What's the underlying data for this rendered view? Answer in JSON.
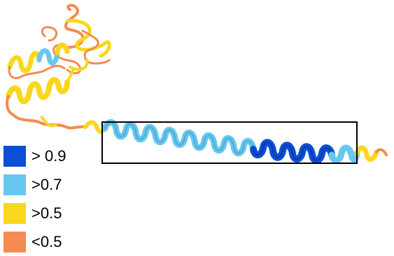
{
  "colors": {
    "very_high": "#0b4fd4",
    "high": "#67c8ef",
    "medium": "#fad71c",
    "low": "#f58a52",
    "box_border": "#000000"
  },
  "legend": [
    {
      "label": "> 0.9",
      "color": "#0b4fd4"
    },
    {
      "label": ">0.7",
      "color": "#67c8ef"
    },
    {
      "label": ">0.5",
      "color": "#fad71c"
    },
    {
      "label": "<0.5",
      "color": "#f58a52"
    }
  ]
}
